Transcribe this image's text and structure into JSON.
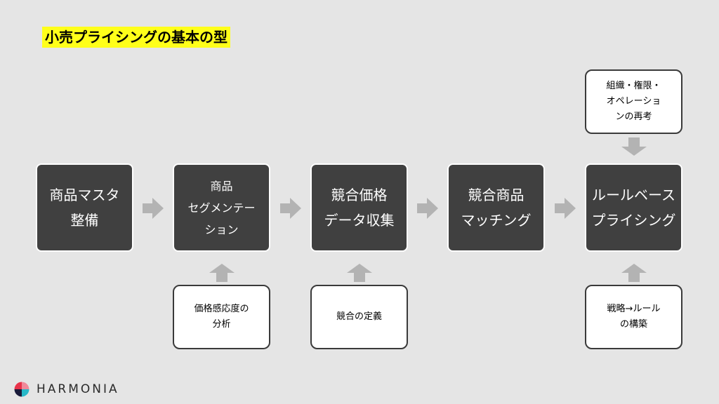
{
  "title": "小売プライシングの基本の型",
  "steps": [
    {
      "lines": [
        "商品マスタ",
        "整備"
      ]
    },
    {
      "lines": [
        "商品",
        "セグメンテー",
        "ション"
      ]
    },
    {
      "lines": [
        "競合価格",
        "データ収集"
      ]
    },
    {
      "lines": [
        "競合商品",
        "マッチング"
      ]
    },
    {
      "lines": [
        "ルールベース",
        "プライシング"
      ]
    }
  ],
  "inputs": {
    "segmentation": {
      "lines": [
        "価格感応度の",
        "分析"
      ]
    },
    "competitor_data": {
      "lines": [
        "競合の定義"
      ]
    },
    "rule_top": {
      "lines": [
        "組織・権限・",
        "オペレーショ",
        "ンの再考"
      ]
    },
    "rule_bottom": {
      "lines": [
        "戦略→ルール",
        "の構築"
      ]
    }
  },
  "logo": {
    "text": "HARMONIA"
  },
  "colors": {
    "step_fill": "#404040",
    "arrow": "#b3b3b3",
    "title_highlight": "#ffff1a",
    "background": "#e5e5e5"
  }
}
